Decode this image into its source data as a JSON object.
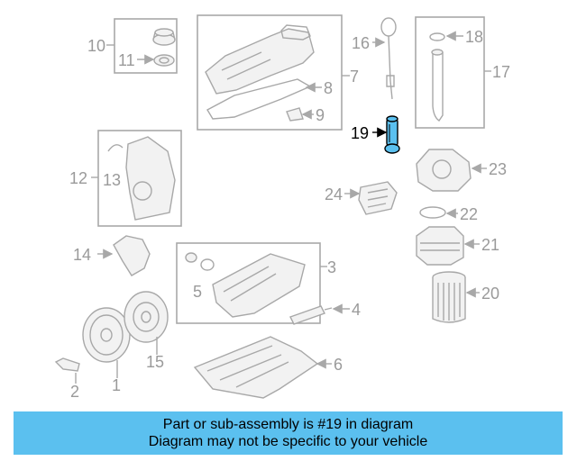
{
  "diagram": {
    "highlight_color": "#5bc0ef",
    "callouts": [
      "1",
      "2",
      "3",
      "4",
      "5",
      "6",
      "7",
      "8",
      "9",
      "10",
      "11",
      "12",
      "13",
      "14",
      "15",
      "16",
      "17",
      "18",
      "19",
      "20",
      "21",
      "22",
      "23",
      "24"
    ],
    "highlighted_part": "19"
  },
  "banner": {
    "line1": "Part or sub-assembly is #19 in diagram",
    "line2": "Diagram may not be specific to your vehicle",
    "color": "#5bc0ef"
  }
}
